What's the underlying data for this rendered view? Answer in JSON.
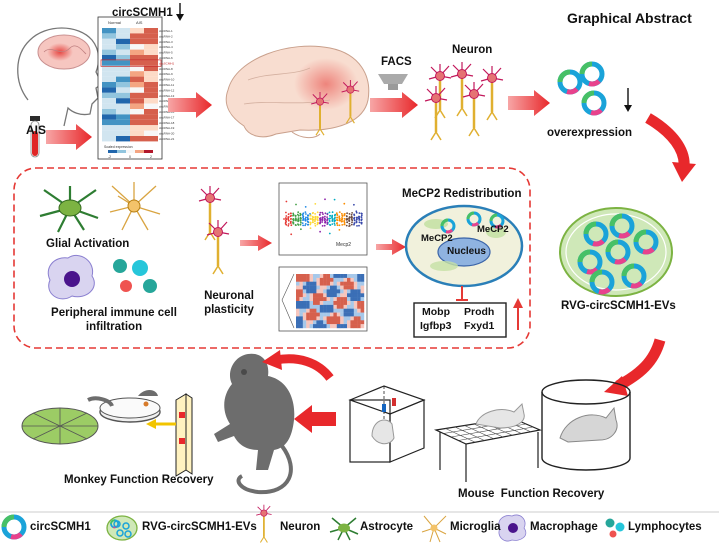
{
  "title": "Graphical Abstract",
  "top_row": {
    "ais_label": "AIS",
    "heatmap_title": "circSCMH1",
    "heatmap_groups": [
      "Normal",
      "AIS"
    ],
    "heatmap_rows": [
      "circRNA-1",
      "circRNA-2",
      "circRNA-3",
      "circRNA-4",
      "circRNA-5",
      "circRNA-6",
      "circSCMH1",
      "circRNA-8",
      "circRNA-9",
      "circRNA-10",
      "circRNA-11",
      "circRNA-12",
      "circRNA-13",
      "circRNA-14",
      "circRNA-15",
      "circRNA-16",
      "circRNA-17",
      "circRNA-18",
      "circRNA-19",
      "circRNA-20",
      "circRNA-21"
    ],
    "heatmap_scale_label": "Scaled expression",
    "heatmap_scale_ticks": [
      "-2",
      "0",
      "2"
    ],
    "facs_label": "FACS",
    "neuron_label": "Neuron",
    "overexpression_label": "overexpression"
  },
  "mechanism": {
    "glial_label": "Glial Activation",
    "peripheral_label": "Peripheral immune cell infiltration",
    "neuronal_label": "Neuronal plasticity",
    "mecp2_title": "MeCP2 Redistribution",
    "mecp2_label_left": "MeCP2",
    "mecp2_label_right": "MeCP2",
    "nucleus_label": "Nucleus",
    "genes": [
      "Mobp",
      "Prodh",
      "Igfbp3",
      "Fxyd1"
    ],
    "scatter_label": "Mecp2"
  },
  "ev_label": "RVG-circSCMH1-EVs",
  "bottom_row": {
    "mouse_label": "Mouse  Function Recovery",
    "monkey_label": "Monkey Function Recovery"
  },
  "legend": [
    {
      "icon": "circscmh1-ring-icon",
      "label": "circSCMH1"
    },
    {
      "icon": "ev-vesicle-icon",
      "label": "RVG-circSCMH1-EVs"
    },
    {
      "icon": "neuron-icon",
      "label": "Neuron"
    },
    {
      "icon": "astrocyte-icon",
      "label": "Astrocyte"
    },
    {
      "icon": "microglia-icon",
      "label": "Microglia"
    },
    {
      "icon": "macrophage-icon",
      "label": "Macrophage"
    },
    {
      "icon": "lymphocyte-icon",
      "label": "Lymphocytes"
    }
  ],
  "colors": {
    "arrow": "#e8282b",
    "dash_border": "#e53935",
    "ev_fill": "#cfe8b8",
    "ring_blue": "#1aa3d9",
    "ring_green": "#47c066",
    "ring_pink": "#e8428c",
    "cell_fill": "#f1f1dc"
  }
}
